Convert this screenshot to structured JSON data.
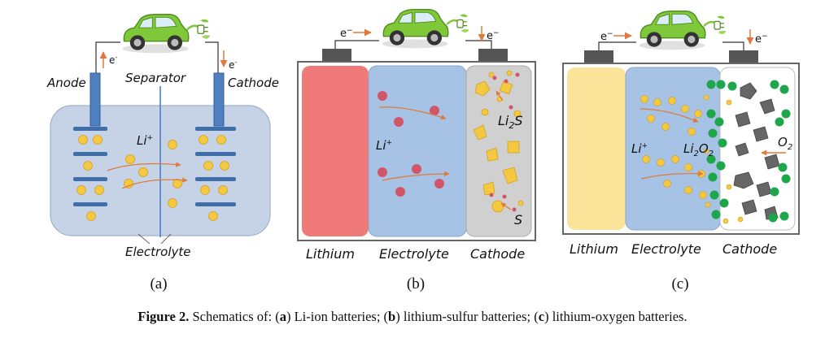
{
  "panel_a": {
    "anode": "Anode",
    "separator": "Separator",
    "cathode": "Cathode",
    "electrolyte": "Electrolyte",
    "ion": "Li",
    "ion_charge": "+",
    "electron": "e",
    "electron_charge": "-",
    "letter": "a"
  },
  "panel_b": {
    "lithium": "Lithium",
    "electrolyte": "Electrolyte",
    "cathode": "Cathode",
    "ion": "Li",
    "ion_charge": "+",
    "li2s_a": "Li",
    "li2s_sub": "2",
    "li2s_b": "S",
    "sulfur": "S",
    "electron": "e",
    "electron_charge": "−",
    "letter": "b"
  },
  "panel_c": {
    "lithium": "Lithium",
    "electrolyte": "Electrolyte",
    "cathode": "Cathode",
    "ion": "Li",
    "ion_charge": "+",
    "li2o2_a": "Li",
    "li2o2_sub1": "2",
    "li2o2_b": "O",
    "li2o2_sub2": "2",
    "o2_a": "O",
    "o2_sub": "2",
    "electron": "e",
    "electron_charge": "−",
    "letter": "c"
  },
  "caption": {
    "label": "Figure 2.",
    "intro": "Schematics of:",
    "a_letter": "a",
    "a_text": "Li-ion batteries;",
    "b_letter": "b",
    "b_text": "lithium-sulfur batteries;",
    "c_letter": "c",
    "c_text": "lithium-oxygen batteries."
  },
  "colors": {
    "electrolyte_blue": "#a6c3e6",
    "lithium_red": "#f07a7a",
    "lithium_yellow": "#fbe39a",
    "cathode_grey": "#d0d0d0",
    "li_particle": "#f5c842",
    "polysulfide": "#d1566a",
    "oxygen_green": "#1ea64b",
    "car_green": "#7ec83a",
    "arrow_orange": "#e07a3c",
    "electrode_blue": "#4f7fbf"
  }
}
